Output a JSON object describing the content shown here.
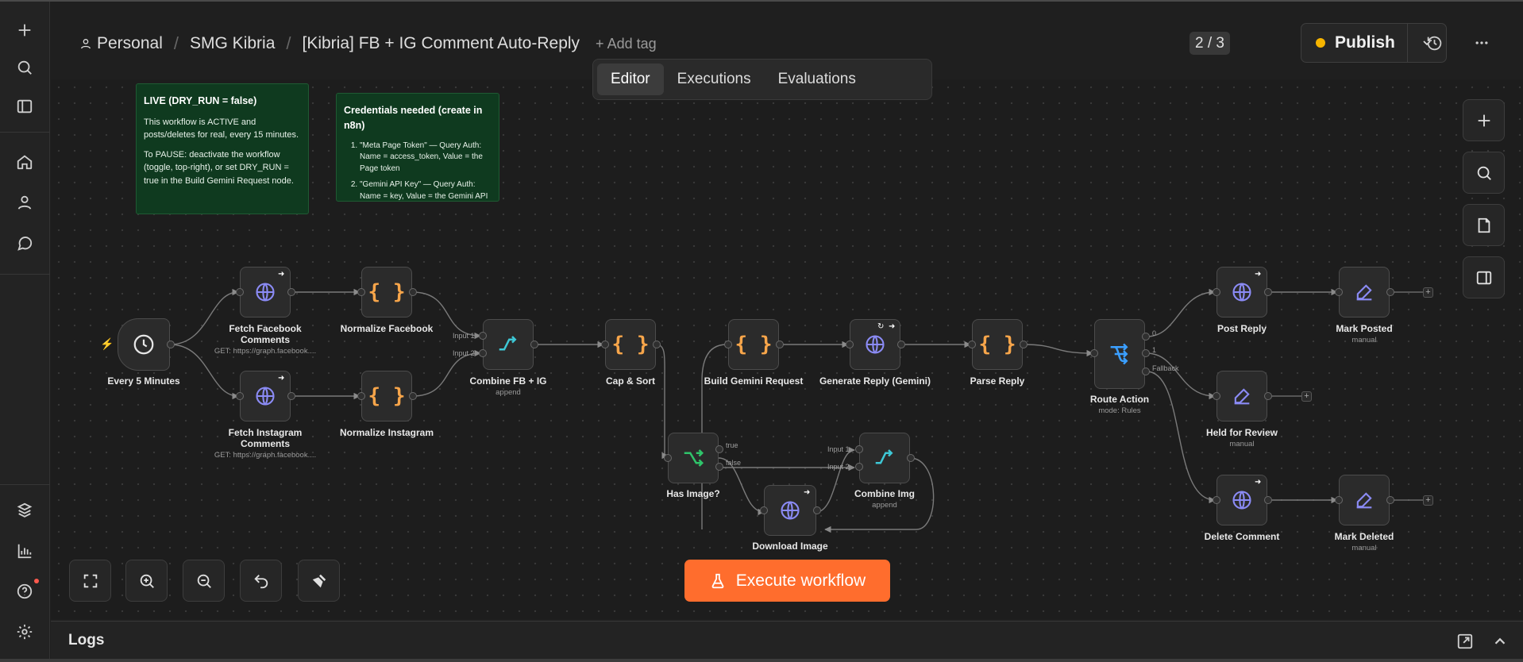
{
  "breadcrumb": {
    "project": "Personal",
    "folder": "SMG Kibria",
    "workflow": "[Kibria] FB + IG Comment Auto-Reply",
    "add_tag": "+ Add tag"
  },
  "tabs": [
    "Editor",
    "Executions",
    "Evaluations"
  ],
  "active_tab": "Editor",
  "version_counter": "2 / 3",
  "publish": {
    "label": "Publish",
    "status_color": "#f7b500"
  },
  "stickies": {
    "live": {
      "title": "LIVE (DRY_RUN = false)",
      "p1": "This workflow is ACTIVE and posts/deletes for real, every 15 minutes.",
      "p2": "To PAUSE: deactivate the workflow (toggle, top-right), or set DRY_RUN = true in the Build Gemini Request node."
    },
    "creds": {
      "title": "Credentials needed (create in n8n)",
      "items": [
        "\"Meta Page Token\" — Query Auth: Name = access_token, Value = the Page token",
        "\"Gemini API Key\" — Query Auth: Name = key, Value = the Gemini API"
      ]
    }
  },
  "nodes": {
    "trigger": {
      "label": "Every 5 Minutes",
      "icon": "clock-icon"
    },
    "fetch_fb": {
      "label": "Fetch Facebook Comments",
      "sub": "GET: https://graph.facebook....",
      "icon": "globe-icon"
    },
    "fetch_ig": {
      "label": "Fetch Instagram Comments",
      "sub": "GET: https://graph.facebook....",
      "icon": "globe-icon"
    },
    "norm_fb": {
      "label": "Normalize Facebook",
      "icon": "code-braces-icon"
    },
    "norm_ig": {
      "label": "Normalize Instagram",
      "icon": "code-braces-icon"
    },
    "combine": {
      "label": "Combine FB + IG",
      "sub": "append",
      "in1": "Input 1",
      "in2": "Input 2",
      "icon": "merge-icon"
    },
    "cap_sort": {
      "label": "Cap & Sort",
      "icon": "code-braces-icon"
    },
    "has_image": {
      "label": "Has Image?",
      "true": "true",
      "false": "false",
      "icon": "if-icon"
    },
    "download": {
      "label": "Download Image",
      "icon": "globe-icon"
    },
    "combine_img": {
      "label": "Combine Img",
      "sub": "append",
      "in1": "Input 1",
      "in2": "Input 2",
      "icon": "merge-icon"
    },
    "build": {
      "label": "Build Gemini Request",
      "icon": "code-braces-icon"
    },
    "generate": {
      "label": "Generate Reply (Gemini)",
      "icon": "globe-icon"
    },
    "parse": {
      "label": "Parse Reply",
      "icon": "code-braces-icon"
    },
    "route": {
      "label": "Route Action",
      "sub": "mode: Rules",
      "out0": "0",
      "out1": "1",
      "fallback": "Fallback",
      "icon": "switch-icon"
    },
    "post": {
      "label": "Post Reply",
      "icon": "globe-icon"
    },
    "mark_posted": {
      "label": "Mark Posted",
      "sub": "manual",
      "icon": "edit-icon"
    },
    "held": {
      "label": "Held for Review",
      "sub": "manual",
      "icon": "edit-icon"
    },
    "delete": {
      "label": "Delete Comment",
      "icon": "globe-icon"
    },
    "mark_deleted": {
      "label": "Mark Deleted",
      "sub": "manual",
      "icon": "edit-icon"
    }
  },
  "add_plus": "+",
  "execute_button": "Execute workflow",
  "logs_title": "Logs",
  "colors": {
    "accent": "#ff6d2d",
    "http_icon": "#8b8bf5",
    "code_icon": "#f7a54a",
    "merge_icon": "#3ec8d6",
    "if_icon": "#2fc46a",
    "switch_icon": "#3b9fff",
    "edit_icon": "#8b8bf5",
    "sticky_bg": "#0f3a1f"
  }
}
